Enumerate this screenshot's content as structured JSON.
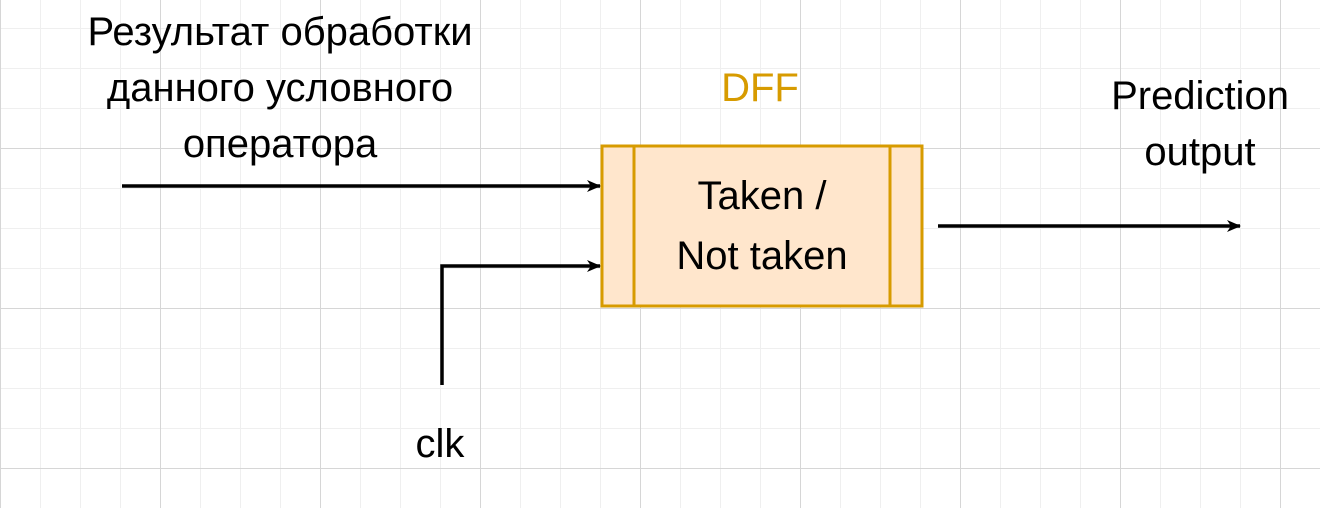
{
  "input_label": [
    "Результат обработки",
    "данного условного",
    "оператора"
  ],
  "dff": {
    "title": "DFF",
    "state_text": [
      "Taken /",
      "Not taken"
    ],
    "fill_color": "#ffe6cc",
    "stroke_color": "#d79b00"
  },
  "output_label": [
    "Prediction",
    "output"
  ],
  "clk_label": "clk"
}
